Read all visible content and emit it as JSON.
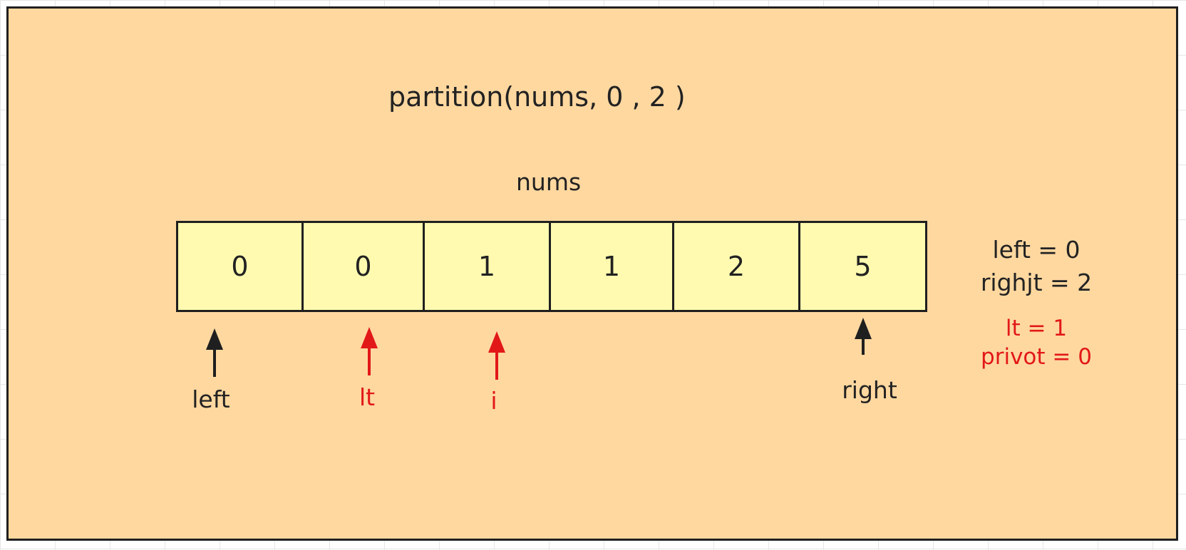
{
  "diagram": {
    "title": "partition(nums, 0 , 2 )",
    "array_label": "nums",
    "cells": [
      "0",
      "0",
      "1",
      "1",
      "2",
      "5"
    ],
    "variables": {
      "left": "left = 0",
      "right": "righjt = 2",
      "lt": "lt = 1",
      "pivot": "privot = 0"
    },
    "pointers": {
      "left": "left",
      "lt": "lt",
      "i": "i",
      "right": "right"
    },
    "colors": {
      "panel_background": "#ffd8a0",
      "cell_background": "#fffab0",
      "border": "#1f1f1f",
      "highlight": "#e21818"
    }
  }
}
